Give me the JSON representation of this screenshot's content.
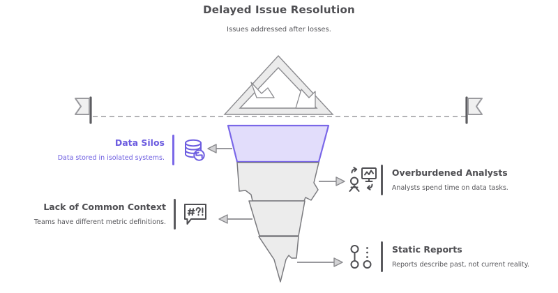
{
  "header": {
    "title": "Delayed Issue Resolution",
    "subtitle": "Issues addressed after losses."
  },
  "colors": {
    "accent_purple": "#6c5ce0",
    "divider_purple": "#7a67e8",
    "funnel_top_fill": "#e2ddfb",
    "funnel_top_stroke": "#6c5ce0",
    "funnel_fill": "#ececec",
    "funnel_stroke": "#7a7a7e",
    "text_gray": "#4e4e52",
    "line_gray": "#8a8a8e",
    "icon_gray": "#4e4e52"
  },
  "diagram": {
    "type": "funnel",
    "peak_icon": "mountain-icon",
    "baseline": "dashed-guideline",
    "left_marker_icon": "flag-left-icon",
    "right_marker_icon": "flag-right-icon",
    "segments": [
      {
        "name": "segment-1",
        "accent": true
      },
      {
        "name": "segment-2",
        "accent": false
      },
      {
        "name": "segment-3",
        "accent": false
      },
      {
        "name": "segment-4",
        "accent": false
      }
    ]
  },
  "callouts": {
    "data_silos": {
      "title": "Data Silos",
      "description": "Data stored in isolated systems.",
      "icon": "database-sync-icon",
      "side": "left",
      "theme": "purple"
    },
    "lack_of_common_context": {
      "title": "Lack of Common Context",
      "description": "Teams have different metric definitions.",
      "icon": "speech-bubble-symbols-icon",
      "side": "left",
      "theme": "gray"
    },
    "overburdened_analysts": {
      "title": "Overburdened Analysts",
      "description": "Analysts spend time on data tasks.",
      "icon": "analyst-monitor-icon",
      "side": "right",
      "theme": "gray"
    },
    "static_reports": {
      "title": "Static Reports",
      "description": "Reports describe past, not current reality.",
      "icon": "static-nodes-icon",
      "side": "right",
      "theme": "gray"
    }
  }
}
